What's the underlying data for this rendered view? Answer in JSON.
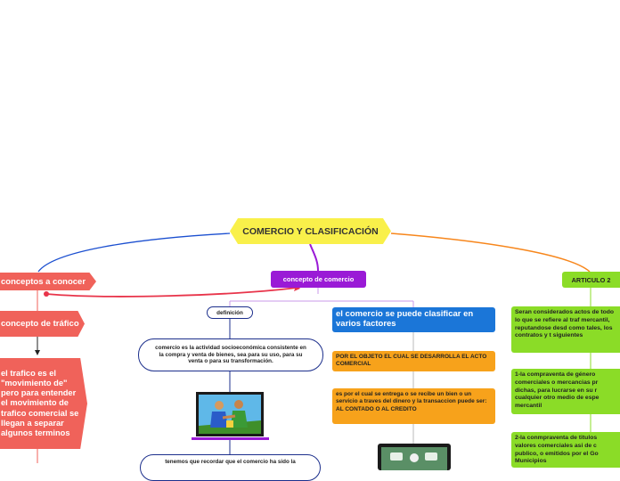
{
  "central": {
    "title": "COMERCIO Y CLASIFICACIÓN"
  },
  "left_branch": {
    "main": "conceptos a conocer",
    "sub1": "concepto de tráfico",
    "sub2": "el trafico es el \"movimiento de\" pero para entender el movimiento de trafico comercial se llegan a separar algunos terminos"
  },
  "center_branch": {
    "main": "concepto de comercio",
    "definition_label": "definición",
    "definition_text": "comercio es la actividad socioeconómica consistente en la compra y venta de bienes, sea para su uso, para su venta o para su transformación.",
    "remember_text": "tenemos que recordar que el comercio ha sido la",
    "classify_title": "el comercio se puede clasificar en varios factores",
    "object_text": "POR EL OBJETO EL CUAL SE DESARROLLA EL ACTO COMERCIAL",
    "payment_text": "es por el cual se entrega o se recibe un bien o un servicio a traves del dinero y la transaccion puede ser: AL CONTADO O AL CREDITO"
  },
  "right_branch": {
    "main": "ARTICULO 2",
    "item1": "Seran considerados actos de todo lo que se refiere al traf mercantil, reputandose desd como tales, los contratos y t siguientes",
    "item2": "1-la compraventa de género comerciales o mercancias pr dichas, para lucrarse en su r cualquier otro medio de espe mercantil",
    "item3": "2-la conmpraventa de titulos valores comerciales asi de c publico, o emitidos por el Go Municipios"
  },
  "colors": {
    "central": "#f9f04a",
    "left": "#f0625a",
    "center": "#9a1ad6",
    "blue": "#1b76d8",
    "orange": "#f7a21b",
    "right": "#8bdc27",
    "outline": "#1c2f8c"
  },
  "icons": [
    "business-handshake-illustration",
    "money-exchange-illustration"
  ]
}
